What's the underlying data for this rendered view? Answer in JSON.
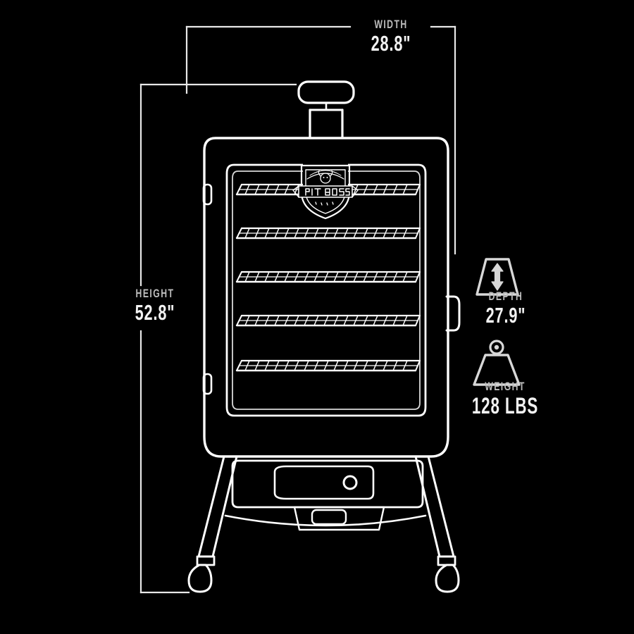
{
  "page": {
    "title": "Pit Boss Vertical Smoker Dimension Diagram",
    "background_color": "#000000",
    "line_color": "#ffffff",
    "label_color": "#bdbdbd",
    "value_color": "#f2f2f2"
  },
  "product": {
    "brand": "PIT BOSS",
    "badge_text": "PIT BOSS",
    "type": "vertical-smoker",
    "rack_count": 5
  },
  "dimensions": {
    "width": {
      "caption": "WIDTH",
      "value": "28.8\"",
      "icon": "horizontal-dimension-line"
    },
    "height": {
      "caption": "HEIGHT",
      "value": "52.8\"",
      "icon": "vertical-dimension-line"
    },
    "depth": {
      "caption": "DEPTH",
      "value": "27.9\"",
      "icon": "depth-arrow-icon"
    },
    "weight": {
      "caption": "WEIGHT",
      "value": "128 LBS",
      "icon": "weight-kettlebell-icon"
    }
  },
  "chart_data": {
    "type": "table",
    "title": "Pit Boss Vertical Smoker Specifications",
    "categories": [
      "WIDTH",
      "HEIGHT",
      "DEPTH",
      "WEIGHT"
    ],
    "values": [
      28.8,
      52.8,
      27.9,
      128
    ],
    "units": [
      "in",
      "in",
      "in",
      "lbs"
    ],
    "labels": [
      "28.8\"",
      "52.8\"",
      "27.9\"",
      "128 LBS"
    ],
    "xlabel": "",
    "ylabel": "",
    "grid": false,
    "legend": "none"
  }
}
